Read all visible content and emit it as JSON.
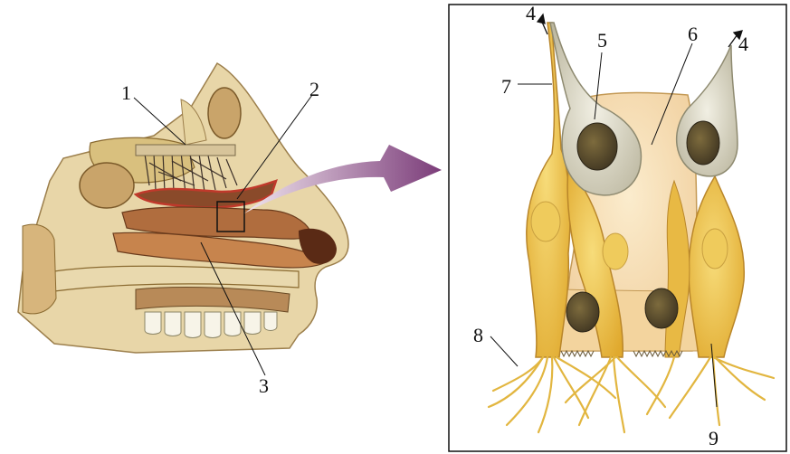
{
  "labels": {
    "l1": "1",
    "l2": "2",
    "l3": "3",
    "l4a": "4",
    "l4b": "4",
    "l5": "5",
    "l6": "6",
    "l7": "7",
    "l8": "8",
    "l9": "9"
  },
  "colors": {
    "arrow": "#8a4a86",
    "cell_yellow": "#efc64a",
    "cell_pale": "#f6dcae",
    "cell_gray": "#d9d6c6",
    "nucleus": "#5d5030",
    "tissue_red": "#c0392b",
    "cavity_brown": "#a8643a"
  }
}
